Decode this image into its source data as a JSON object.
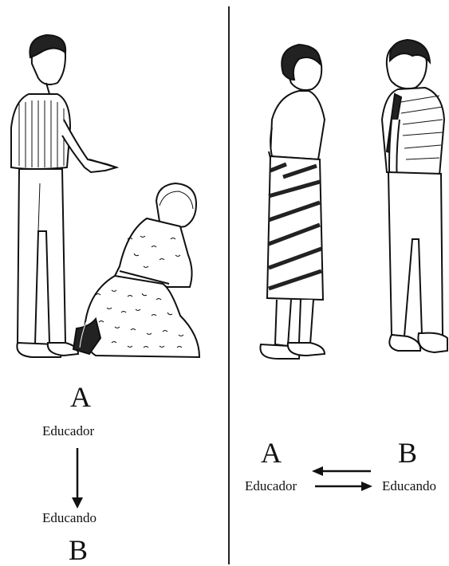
{
  "left_panel": {
    "letter_top": "A",
    "label_top": "Educador",
    "label_bottom": "Educando",
    "letter_bottom": "B",
    "arrow_direction": "down"
  },
  "right_panel": {
    "letter_left": "A",
    "letter_right": "B",
    "label_left": "Educador",
    "label_right": "Educando",
    "arrow_top_direction": "left",
    "arrow_bottom_direction": "right"
  },
  "illustrations": {
    "left": [
      "standing-man-pointing",
      "kneeling-woman"
    ],
    "right": [
      "standing-woman",
      "standing-man"
    ]
  }
}
